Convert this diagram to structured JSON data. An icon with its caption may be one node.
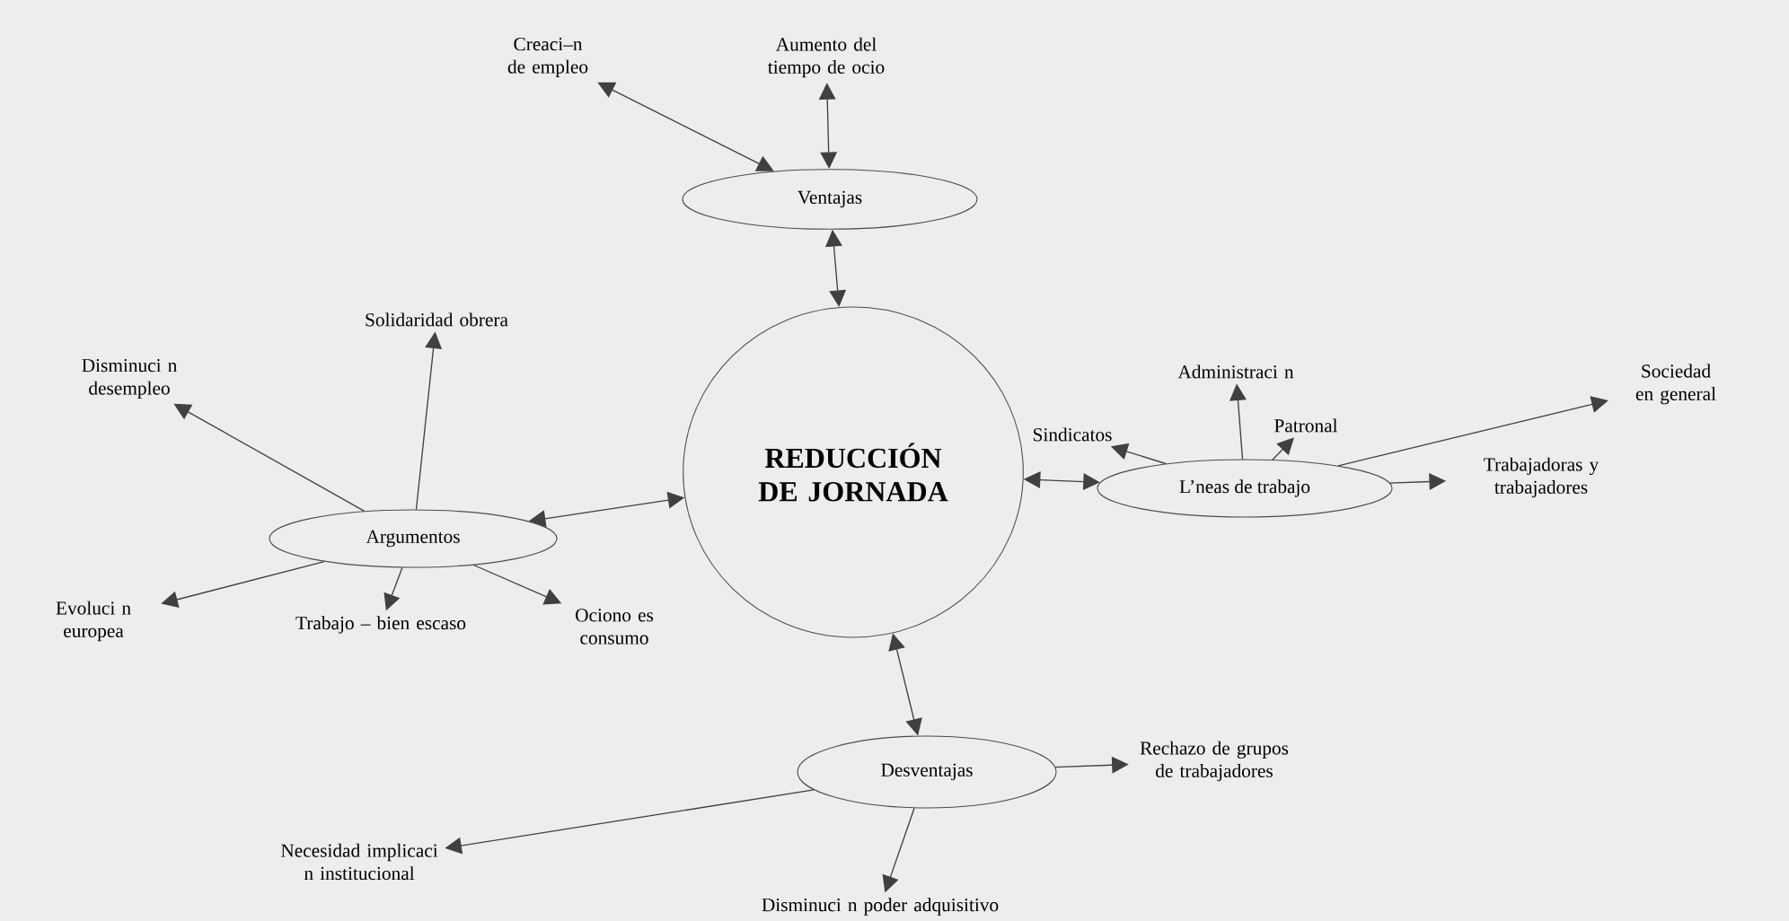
{
  "diagram": {
    "nodes": [
      {
        "text": [
          "REDUCCIÓN DE JORNADA"
        ]
      },
      {
        "text": [
          "Ventajas"
        ]
      },
      {
        "text": [
          "Creaci–n de empleo"
        ]
      },
      {
        "text": [
          "Aumento del tiempo de ocio"
        ]
      },
      {
        "text": [
          "Argumentos"
        ]
      },
      {
        "text": [
          "Solidaridad obrera"
        ]
      },
      {
        "text": [
          "Disminuci n desempleo"
        ]
      },
      {
        "text": [
          "Evoluci n europea"
        ]
      },
      {
        "text": [
          "Trabajo – bien escaso"
        ]
      },
      {
        "text": [
          "Ociono es consumo"
        ]
      },
      {
        "text": [
          "L’neas de trabajo"
        ]
      },
      {
        "text": [
          "Sindicatos"
        ]
      },
      {
        "text": [
          "Administraci n"
        ]
      },
      {
        "text": [
          "Patronal"
        ]
      },
      {
        "text": [
          "Trabajadoras y trabajadores"
        ]
      },
      {
        "text": [
          "Sociedad en general"
        ]
      },
      {
        "text": [
          "Desventajas"
        ]
      },
      {
        "text": [
          "Rechazo de grupos de trabajadores"
        ]
      },
      {
        "text": [
          "Necesidad implicaci n institucional"
        ]
      },
      {
        "text": [
          "Disminuci n poder adquisitivo"
        ]
      }
    ],
    "edges": [
      {
        "from": 1,
        "to": 2,
        "arrow": "both"
      },
      {
        "from": 1,
        "to": 3,
        "arrow": "both"
      },
      {
        "from": 1,
        "to": 0,
        "arrow": "both"
      },
      {
        "from": 4,
        "to": 0,
        "arrow": "both"
      },
      {
        "from": 4,
        "to": 5,
        "arrow": "to"
      },
      {
        "from": 4,
        "to": 6,
        "arrow": "to"
      },
      {
        "from": 4,
        "to": 7,
        "arrow": "to"
      },
      {
        "from": 4,
        "to": 8,
        "arrow": "to"
      },
      {
        "from": 4,
        "to": 9,
        "arrow": "to"
      },
      {
        "from": 10,
        "to": 0,
        "arrow": "both"
      },
      {
        "from": 10,
        "to": 11,
        "arrow": "to"
      },
      {
        "from": 10,
        "to": 12,
        "arrow": "to"
      },
      {
        "from": 10,
        "to": 13,
        "arrow": "to"
      },
      {
        "from": 10,
        "to": 14,
        "arrow": "to"
      },
      {
        "from": 10,
        "to": 15,
        "arrow": "to"
      },
      {
        "from": 16,
        "to": 0,
        "arrow": "both"
      },
      {
        "from": 16,
        "to": 17,
        "arrow": "to"
      },
      {
        "from": 16,
        "to": 18,
        "arrow": "to"
      },
      {
        "from": 16,
        "to": 19,
        "arrow": "to"
      }
    ]
  }
}
